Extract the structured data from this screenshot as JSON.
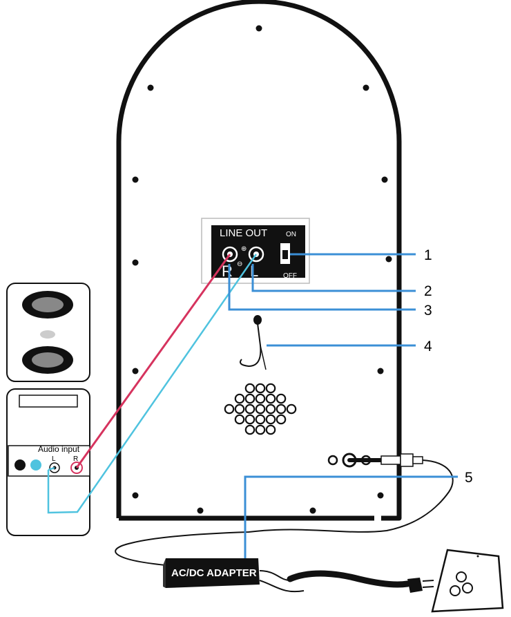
{
  "panel": {
    "line_out": "LINE OUT",
    "right": "R",
    "left": "L",
    "switch_on": "ON",
    "switch_off": "OFF"
  },
  "callouts": [
    "1",
    "2",
    "3",
    "4",
    "5"
  ],
  "pc_speaker": {
    "audio_input": "Audio input",
    "left": "L",
    "right": "R"
  },
  "adapter": {
    "label": "AC/DC ADAPTER"
  },
  "colors": {
    "red_cable": "#d6335e",
    "blue_cable": "#4fc3df",
    "leader_blue": "#3b8fd6",
    "outline": "#111111"
  }
}
